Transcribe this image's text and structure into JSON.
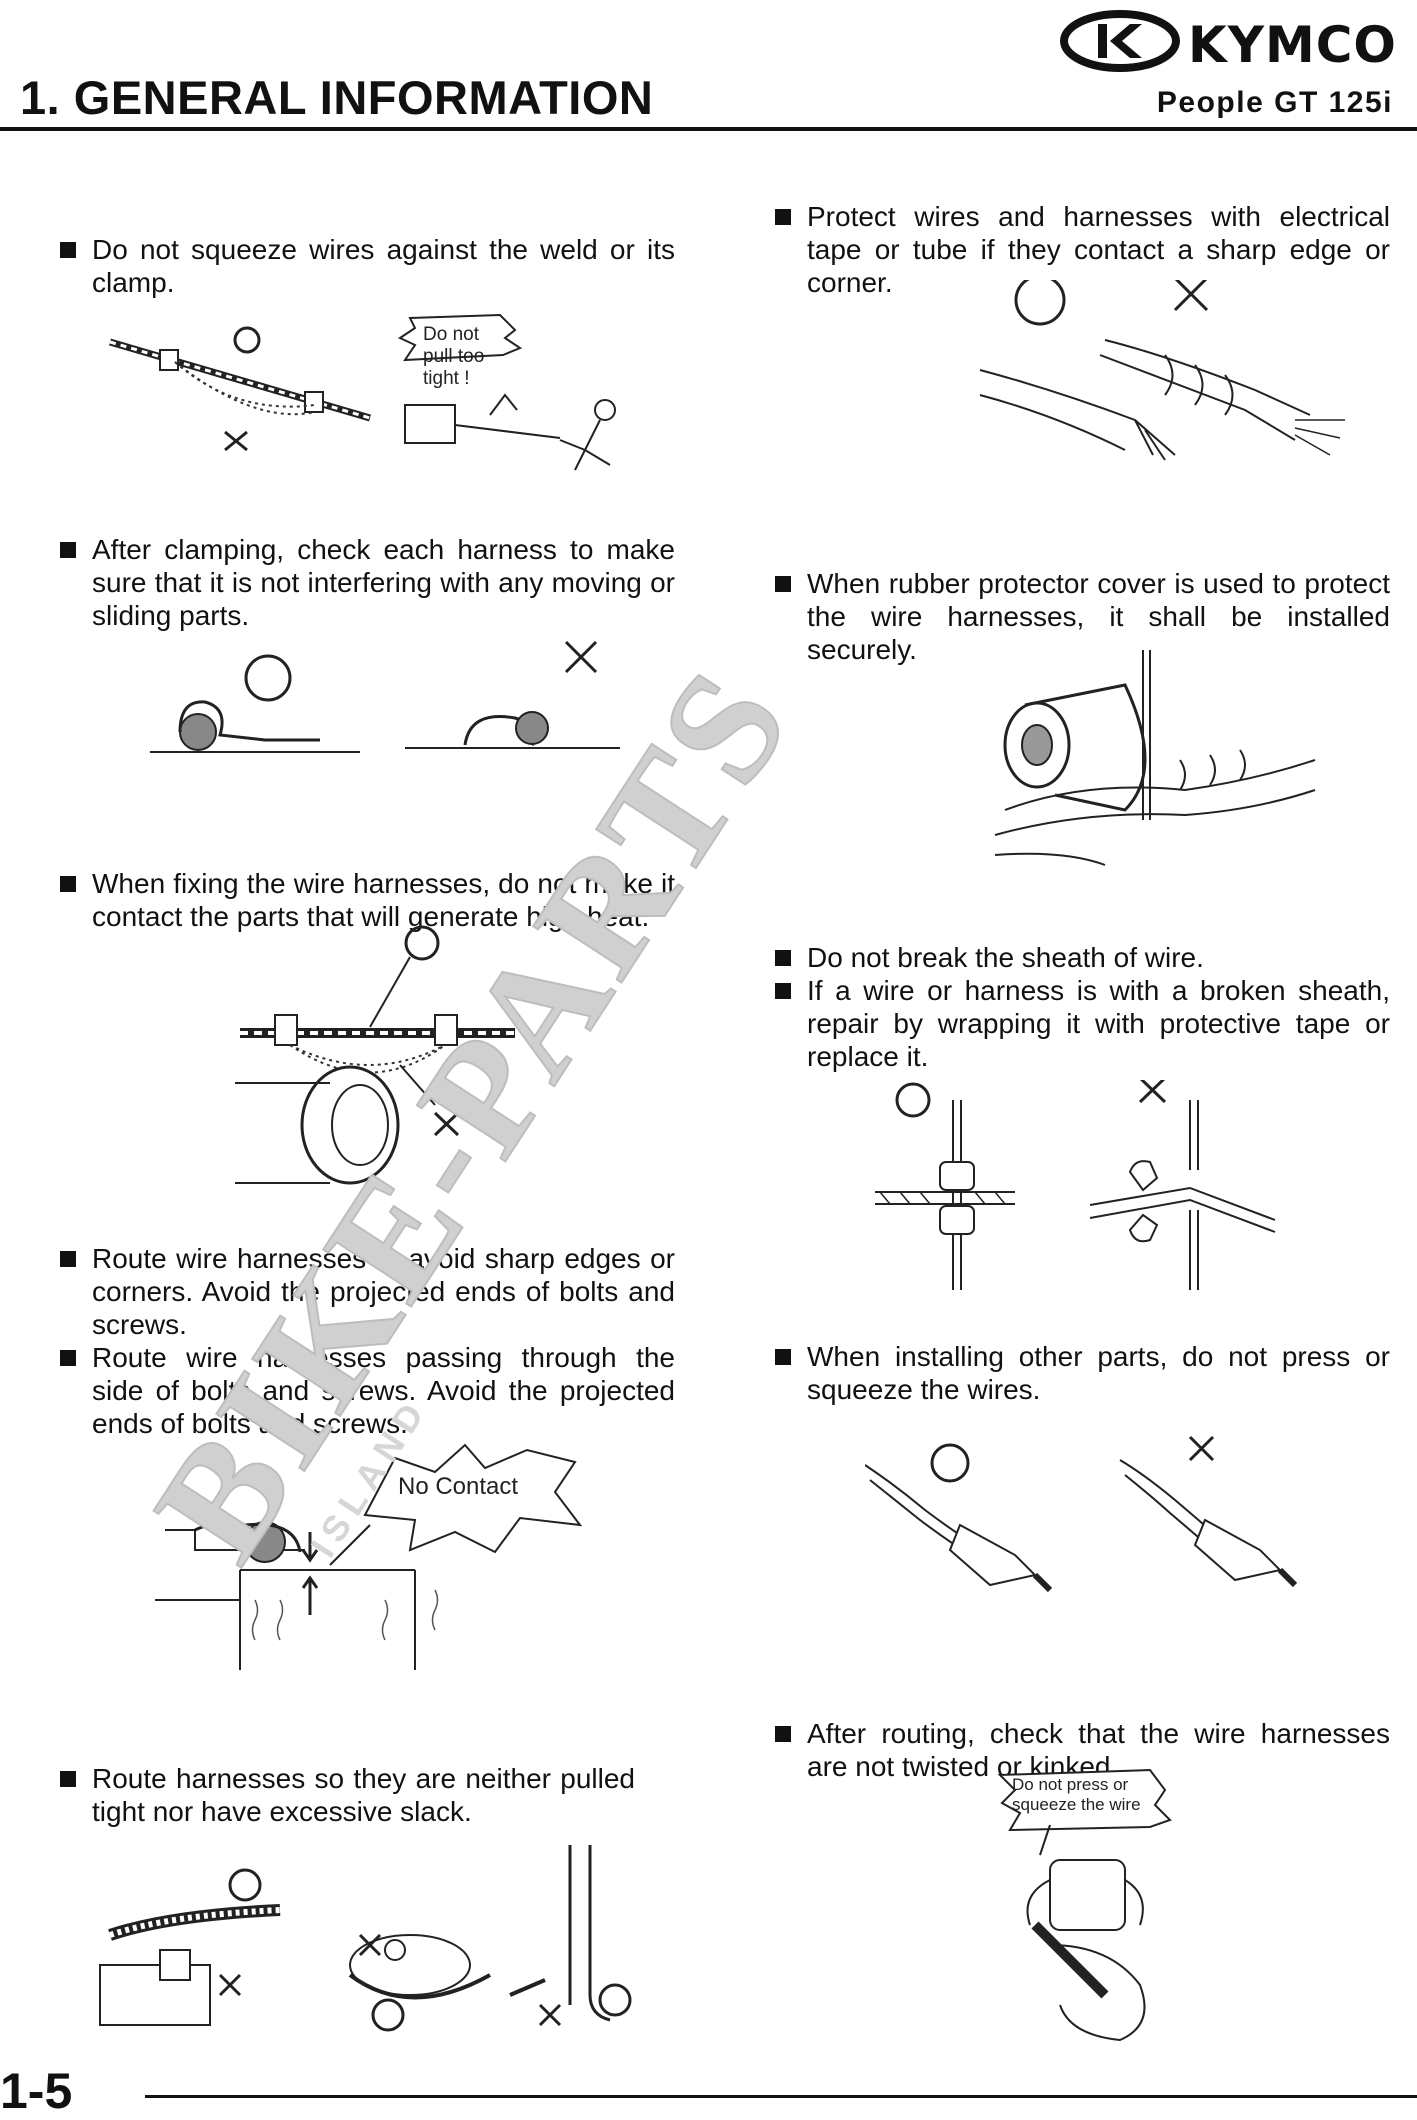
{
  "header": {
    "brand": "KYMCO",
    "section_title": "1. GENERAL INFORMATION",
    "model": "People GT 125i"
  },
  "footer": {
    "page_number": "1-5"
  },
  "left_column": [
    {
      "text": "Do not squeeze wires against the weld or its clamp.",
      "callout": "Do not pull too tight !"
    },
    {
      "text": "After clamping, check each harness to make sure that it is not interfering with any moving or sliding parts."
    },
    {
      "text": "When fixing the wire harnesses, do not make it contact the parts that will generate high heat."
    },
    {
      "text": "Route wire harnesses to avoid sharp edges or corners.  Avoid the projected ends of bolts and screws."
    },
    {
      "text": "Route wire harnesses passing through the side of bolts and screws.  Avoid the projected ends of bolts and screws.",
      "callout": "No Contact"
    },
    {
      "text": "Route harnesses so they are neither pulled tight nor have excessive slack."
    }
  ],
  "right_column": [
    {
      "text": "Protect wires and harnesses with electrical tape or tube if they contact a sharp edge or corner."
    },
    {
      "text": "When rubber protector cover is used to protect the wire harnesses, it shall be installed securely."
    },
    {
      "text": "Do not break the sheath of wire."
    },
    {
      "text": "If a wire or harness is with a broken sheath, repair by wrapping it with protective tape or replace it."
    },
    {
      "text": "When installing other parts, do not press or squeeze the wires."
    },
    {
      "text": "After routing, check that the wire harnesses are not twisted or kinked.",
      "callout": "Do not press or squeeze the wire"
    }
  ],
  "watermark": {
    "main": "BIKE-PARTS",
    "sub": "ISLAND"
  }
}
